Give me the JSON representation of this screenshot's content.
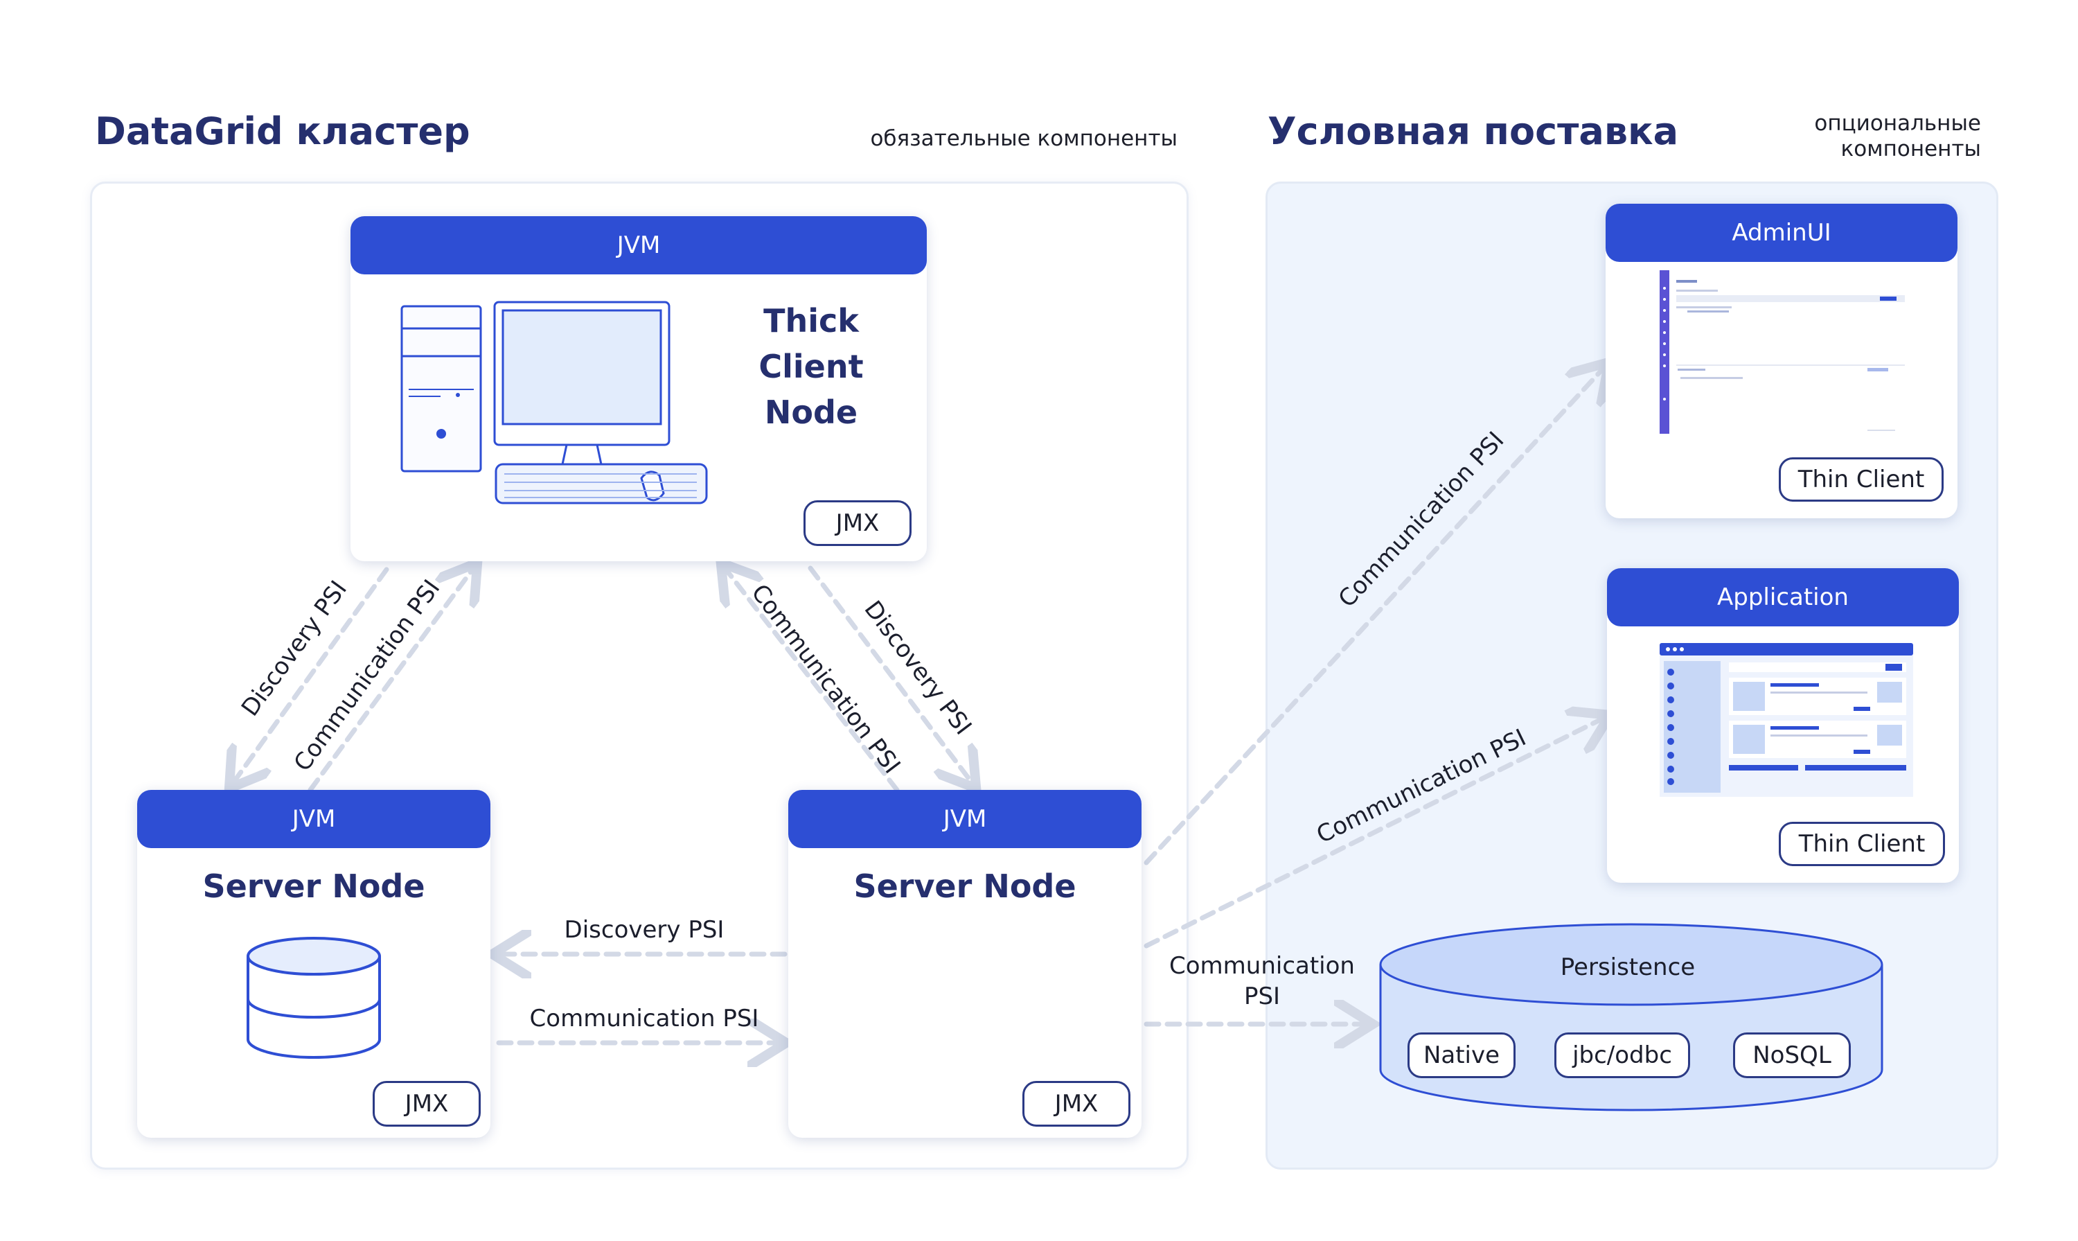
{
  "left_section": {
    "title": "DataGrid кластер",
    "note": "обязательные компоненты"
  },
  "right_section": {
    "title": "Условная поставка",
    "note_line1": "опциональные",
    "note_line2": "компоненты"
  },
  "thick_client": {
    "bar": "JVM",
    "title_line1": "Thick",
    "title_line2": "Client",
    "title_line3": "Node",
    "jmx": "JMX"
  },
  "server_left": {
    "bar": "JVM",
    "title": "Server Node",
    "jmx": "JMX"
  },
  "server_right": {
    "bar": "JVM",
    "title": "Server Node",
    "jmx": "JMX"
  },
  "admin_ui": {
    "bar": "AdminUI",
    "badge": "Thin Client"
  },
  "application": {
    "bar": "Application",
    "badge": "Thin Client"
  },
  "persistence": {
    "title": "Persistence",
    "items": [
      "Native",
      "jbc/odbc",
      "NoSQL"
    ]
  },
  "edges": {
    "tc_to_sl_discovery": "Discovery PSI",
    "sl_to_tc_communication": "Communication PSI",
    "sr_to_tc_communication": "Communication PSI",
    "tc_to_sr_discovery": "Discovery PSI",
    "sr_to_sl_discovery": "Discovery PSI",
    "sl_to_sr_communication": "Communication PSI",
    "sr_to_admin_communication": "Communication PSI",
    "sr_to_app_communication": "Communication PSI",
    "sr_to_persistence_line1": "Communication",
    "sr_to_persistence_line2": "PSI"
  },
  "colors": {
    "accent": "#2e4ed4",
    "heading": "#252f6e",
    "arrow": "#d3d9e6",
    "panel_right": "#eef4fd",
    "cylinder_fill": "#d4e2fb"
  }
}
